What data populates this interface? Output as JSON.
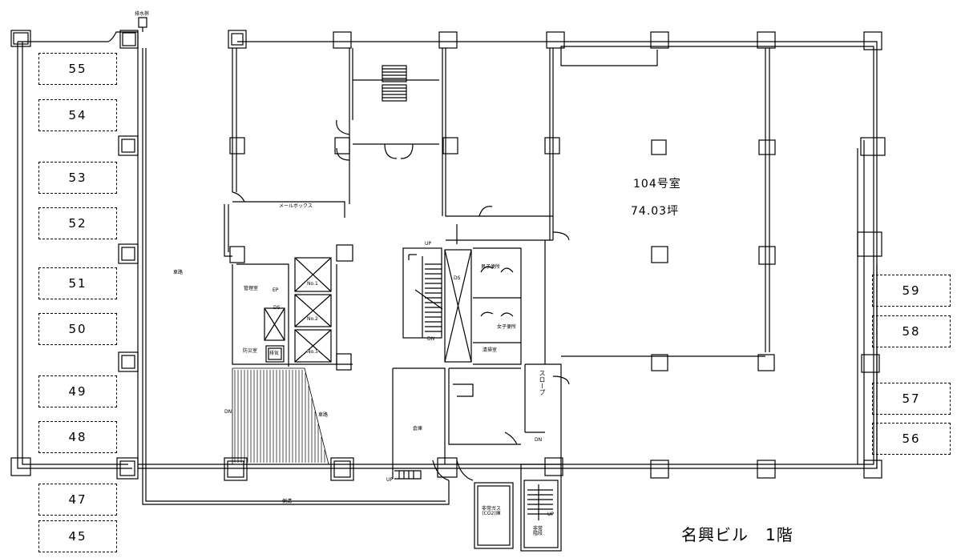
{
  "title": "名興ビル　1階",
  "unit": {
    "number": "104号室",
    "area": "74.03坪"
  },
  "parking": {
    "left": [
      "55",
      "54",
      "53",
      "52",
      "51",
      "50",
      "49",
      "48",
      "47",
      "45"
    ],
    "right": [
      "59",
      "58",
      "57",
      "56"
    ]
  },
  "labels": {
    "drain": "排水桝",
    "road_left": "車路",
    "road_center": "車路",
    "mailbox": "メールボックス",
    "mgmt": "管理室",
    "ep": "EP",
    "ds_left": "DS",
    "ev1": "No.1",
    "ev2": "No.2",
    "ev3": "No.3",
    "disaster": "防災室",
    "exhaust": "排気",
    "up_stair": "UP",
    "dn_stair": "DN",
    "ds_center": "DS",
    "men_wc": "男子便所",
    "women_wc": "女子便所",
    "cleaning": "清掃室",
    "slope": "スロープ",
    "warehouse": "倉庫",
    "dn_left": "DN",
    "up_bottom": "UP",
    "dn_right": "DN",
    "side_ditch": "側溝",
    "gas_room": "非常ガス\n(CO2)庫",
    "emergency_stair": "非常\n階段",
    "up_emerg": "UP"
  }
}
